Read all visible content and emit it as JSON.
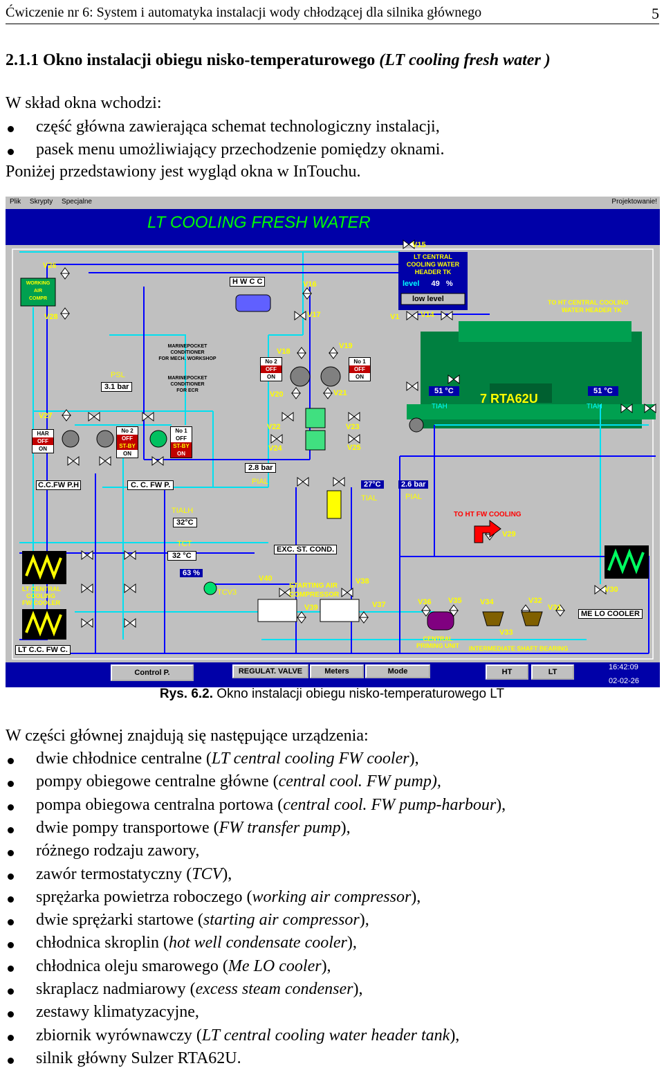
{
  "header": {
    "title": "Ćwiczenie nr 6: System i automatyka instalacji wody chłodzącej dla silnika głównego",
    "page_number": "5"
  },
  "section": {
    "number": "2.1.1",
    "title": "Okno instalacji obiegu nisko-temperaturowego",
    "title_italic": "(LT cooling  fresh water )"
  },
  "intro": {
    "lead": "W skład okna wchodzi:",
    "bullets": [
      "część główna zawierająca schemat technologiczny instalacji,",
      "pasek menu umożliwiający przechodzenie pomiędzy oknami."
    ],
    "after": "Poniżej przedstawiony jest wygląd okna w InTouchu."
  },
  "screen": {
    "menu": {
      "items": [
        "Plik",
        "Skrypty",
        "Specjalne"
      ],
      "right": "Projektowanie!"
    },
    "title": "LT COOLING FRESH WATER",
    "tank": {
      "label1": "LT CENTRAL",
      "label2": "COOLING WATER",
      "label3": "HEADER TK",
      "level_label": "level",
      "level_value": "49",
      "level_unit": "%",
      "alarm": "low level"
    },
    "valves": [
      "V15",
      "V26",
      "V28",
      "V16",
      "V17",
      "V1",
      "V14",
      "V18",
      "V19",
      "V20",
      "V21",
      "V22",
      "V23",
      "V24",
      "V25",
      "V27",
      "V40",
      "V38",
      "V39",
      "V37",
      "V36",
      "V35",
      "V34",
      "V33",
      "V32",
      "V31",
      "V30",
      "V29"
    ],
    "labels": {
      "hwcc": "H W C C",
      "to_ht_header1": "TO HT CENTRAL COOLING",
      "to_ht_header2": "WATER HEADER TK",
      "wac1": "WORKING",
      "wac2": "AIR",
      "wac3": "COMPR",
      "mp1_1": "MARINEPOCKET",
      "mp1_2": "CONDITIONER",
      "mp1_3": "FOR MECH. WORKSHOP",
      "mp2_1": "MARINEPOCKET",
      "mp2_2": "CONDITIONER",
      "mp2_3": "FOR ECR",
      "psl": "PSL",
      "psl_val": "3.1 bar",
      "engine": "7 RTA62U",
      "temp_left": "51 °C",
      "temp_right": "51 °C",
      "tiah_left": "TIAH",
      "tiah_right": "TIAH",
      "pial1_val": "2.8  bar",
      "pial1": "PIAL",
      "tial_val": "27°C",
      "tial": "TIAL",
      "pial2_val": "2.6  bar",
      "pial2": "PIAL",
      "tialh": "TIALH",
      "tialh_val": "32°C",
      "tct": "TCT",
      "tct_val": "32 °C",
      "pct": "63 %",
      "tcv3": "TCV3",
      "exc": "EXC. ST. COND.",
      "sac1": "STARTING AIR",
      "sac2": "COMPRESSOR",
      "to_ht_fw": "TO HT FW COOLING",
      "cpu1": "CENTRAL",
      "cpu2": "PRIMING UNIT",
      "isb": "INTERMEDIATE SHAFT BEARING",
      "melo": "ME LO COOLER",
      "ltc1": "LT CENTRAL",
      "ltc2": "COOLING",
      "ltc3": "FW COOLER",
      "ltccfwc": "LT C.C. FW C.",
      "ccfwph": "C.C.FW P.H",
      "ccfwp": "C. C. FW P.",
      "har": "HAR",
      "no2": "No 2",
      "no1": "No 1",
      "off": "OFF",
      "on": "ON",
      "stby": "ST-BY"
    },
    "bottom": {
      "buttons": [
        "Control P.",
        "REGULAT. VALVE",
        "Meters",
        "Mode",
        "HT",
        "LT"
      ],
      "time": "16:42:09",
      "date": "02-02-26"
    }
  },
  "caption": {
    "label": "Rys. 6.2.",
    "text": " Okno instalacji obiegu nisko-temperaturowego LT"
  },
  "devices": {
    "lead": "W części głównej znajdują się następujące urządzenia:",
    "items": [
      {
        "a": "dwie chłodnice centralne (",
        "i": "LT central cooling FW cooler",
        "b": "),"
      },
      {
        "a": "pompy obiegowe centralne główne (",
        "i": "central cool. FW pump),",
        "b": ""
      },
      {
        "a": "pompa obiegowa centralna portowa (",
        "i": "central cool. FW pump-harbour",
        "b": "),"
      },
      {
        "a": "dwie pompy transportowe (",
        "i": "FW transfer pump",
        "b": "),"
      },
      {
        "a": "różnego rodzaju zawory,",
        "i": "",
        "b": ""
      },
      {
        "a": "zawór termostatyczny (",
        "i": "TCV",
        "b": "),"
      },
      {
        "a": "sprężarka powietrza roboczego (",
        "i": "working air compressor",
        "b": "),"
      },
      {
        "a": "dwie sprężarki startowe (",
        "i": "starting air compressor",
        "b": "),"
      },
      {
        "a": "chłodnica skroplin (",
        "i": "hot well condensate cooler",
        "b": "),"
      },
      {
        "a": "chłodnica oleju smarowego (",
        "i": "Me LO cooler",
        "b": "),"
      },
      {
        "a": "skraplacz nadmiarowy (",
        "i": "excess steam condenser",
        "b": "),"
      },
      {
        "a": "zestawy klimatyzacyjne,",
        "i": "",
        "b": ""
      },
      {
        "a": "zbiornik wyrównawczy (",
        "i": "LT central cooling water header tank",
        "b": "),"
      },
      {
        "a": "silnik główny Sulzer RTA62U.",
        "i": "",
        "b": ""
      }
    ]
  }
}
